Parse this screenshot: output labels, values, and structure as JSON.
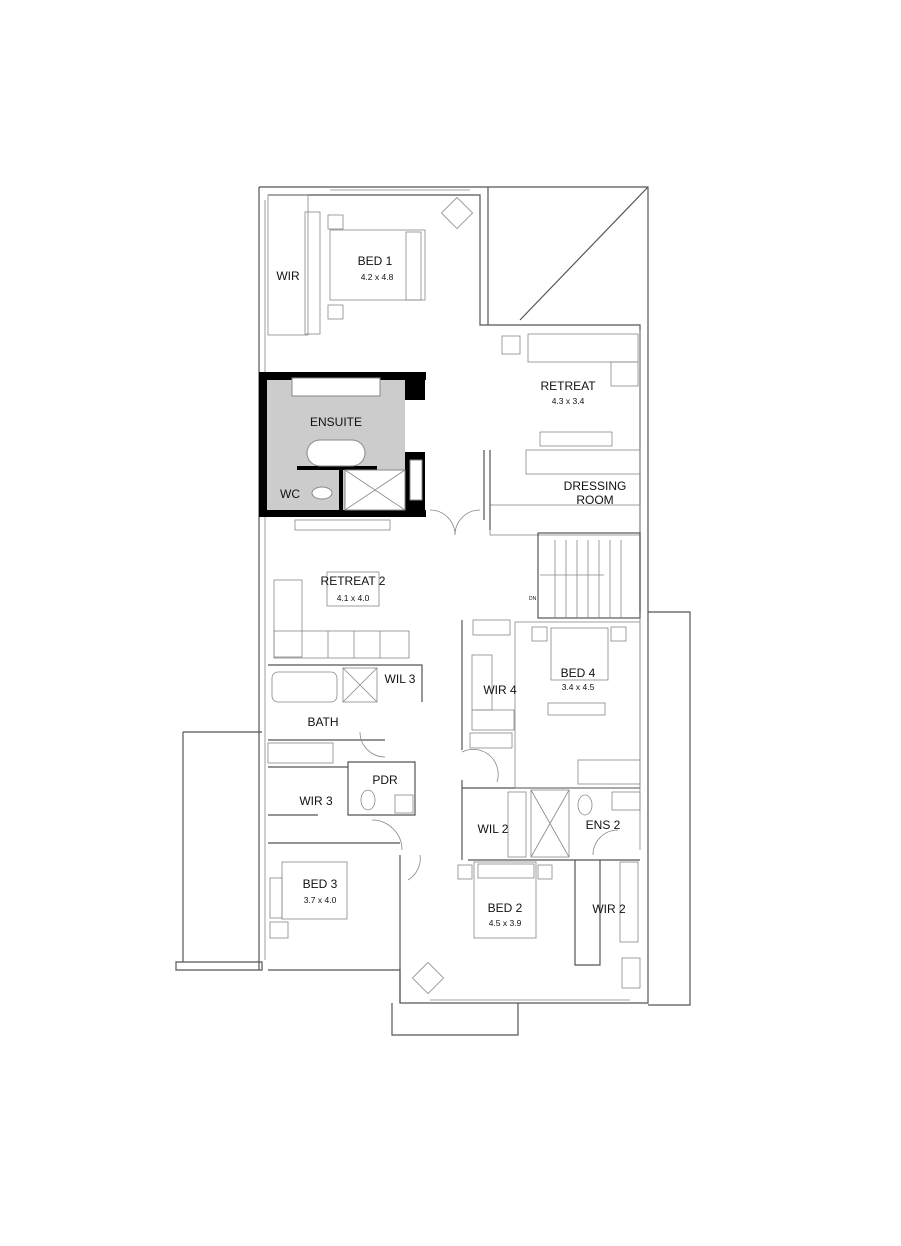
{
  "plan": {
    "rooms": [
      {
        "name": "BED 1",
        "size": "4.2 x 4.8"
      },
      {
        "name": "WIR"
      },
      {
        "name": "RETREAT",
        "size": "4.3 x 3.4"
      },
      {
        "name": "ENSUITE"
      },
      {
        "name": "WC"
      },
      {
        "name": "DRESSING",
        "name2": "ROOM"
      },
      {
        "name": "RETREAT 2",
        "size": "4.1 x 4.0"
      },
      {
        "name": "BATH"
      },
      {
        "name": "WIL 3"
      },
      {
        "name": "WIR 4"
      },
      {
        "name": "BED 4",
        "size": "3.4 x 4.5"
      },
      {
        "name": "PDR"
      },
      {
        "name": "WIR 3"
      },
      {
        "name": "WIL 2"
      },
      {
        "name": "ENS 2"
      },
      {
        "name": "BED 3",
        "size": "3.7 x 4.0"
      },
      {
        "name": "BED 2",
        "size": "4.5 x 3.9"
      },
      {
        "name": "WIR 2"
      }
    ],
    "stair_label": "DN",
    "colors": {
      "ensuite_fill": "#cccccc",
      "wall": "#555555",
      "solid_wall": "#000000"
    }
  }
}
